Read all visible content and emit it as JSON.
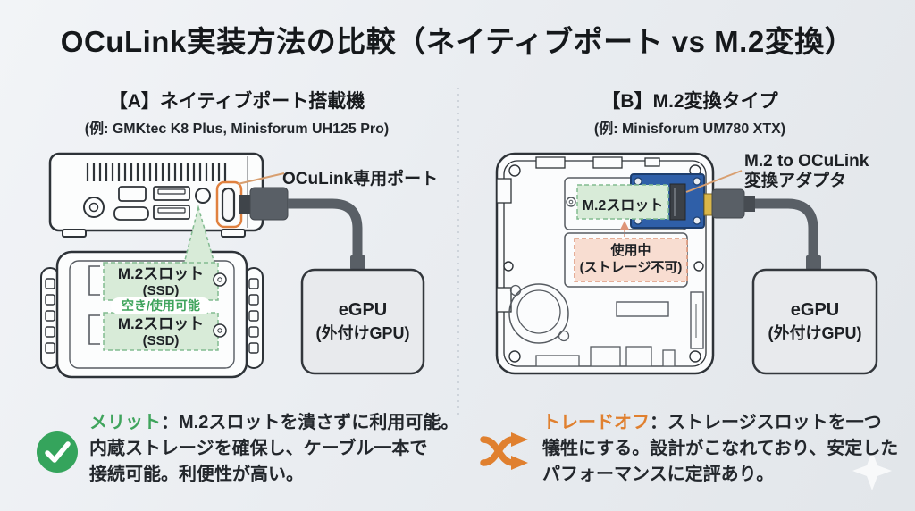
{
  "title": "OCuLink実装方法の比較（ネイティブポート vs M.2変換）",
  "colors": {
    "accent_green": "#3fa45c",
    "accent_orange": "#e0802f",
    "port_highlight_orange": "#e0813f",
    "adapter_board_blue": "#2f5fa8",
    "slot_free_green_fill": "#d8ebd8",
    "slot_free_green_border": "#82bb90",
    "slot_used_pink_fill": "#f8ddd1",
    "slot_used_pink_border": "#de9477",
    "cable_gray": "#595f66",
    "outline_dark": "#2e3338"
  },
  "panel_a": {
    "heading": "【A】ネイティブポート搭載機",
    "subheading": "(例: GMKtec K8 Plus, Minisforum UH125 Pro)",
    "port_label": "OCuLink専用ポート",
    "slots": {
      "slot1_title": "M.2スロット",
      "slot1_sub": "(SSD)",
      "availability_badge": "空き/使用可能",
      "slot2_title": "M.2スロット",
      "slot2_sub": "(SSD)"
    },
    "egpu": {
      "line1": "eGPU",
      "line2": "(外付けGPU)"
    },
    "note": {
      "icon": "check-circle-icon",
      "label": "メリット",
      "separator": "：",
      "line1": "M.2スロットを潰さずに利用可能。",
      "line2": "内蔵ストレージを確保し、ケーブル一本で",
      "line3": "接続可能。利便性が高い。"
    }
  },
  "panel_b": {
    "heading": "【B】M.2変換タイプ",
    "subheading": "(例: Minisforum UM780 XTX)",
    "adapter_label_line1": "M.2 to OCuLink",
    "adapter_label_line2": "変換アダプタ",
    "slot_label": "M.2スロット",
    "occupied": {
      "line1": "使用中",
      "line2": "(ストレージ不可)"
    },
    "egpu": {
      "line1": "eGPU",
      "line2": "(外付けGPU)"
    },
    "note": {
      "icon": "shuffle-icon",
      "label": "トレードオフ",
      "separator": "：",
      "line1": "ストレージスロットを一つ",
      "line2": "犠牲にする。設計がこなれており、安定した",
      "line3": "パフォーマンスに定評あり。"
    }
  }
}
